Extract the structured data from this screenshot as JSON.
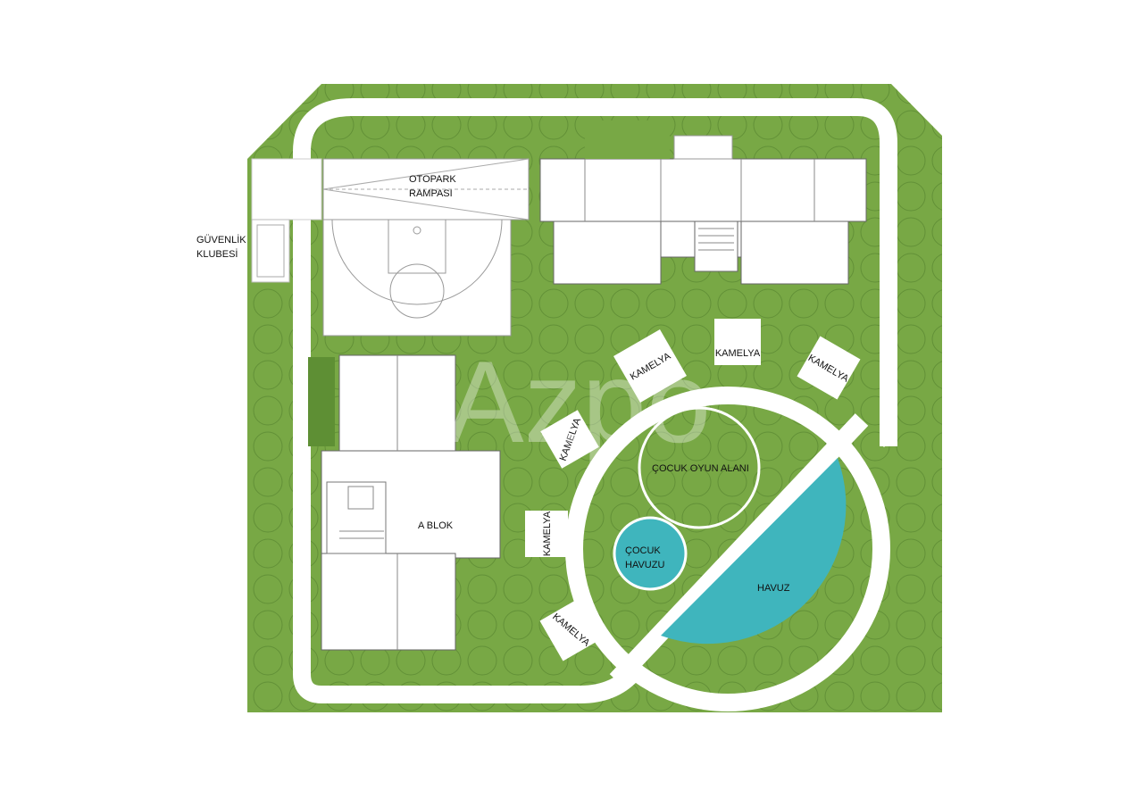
{
  "colors": {
    "grass": "#78a845",
    "tree_outline": "#4f7a2a",
    "path": "#ffffff",
    "building_line": "#555555",
    "pool": "#3fb5bd",
    "label": "#111111"
  },
  "labels": {
    "security_line1": "GÜVENLİK",
    "security_line2": "KLUBESİ",
    "parking_line1": "OTOPARK",
    "parking_line2": "RAMPASI",
    "block_a": "A BLOK",
    "playground": "ÇOCUK OYUN ALANI",
    "kids_pool_line1": "ÇOCUK",
    "kids_pool_line2": "HAVUZU",
    "pool": "HAVUZ",
    "gazebo": "KAMELYA"
  },
  "watermark": "Azpo"
}
